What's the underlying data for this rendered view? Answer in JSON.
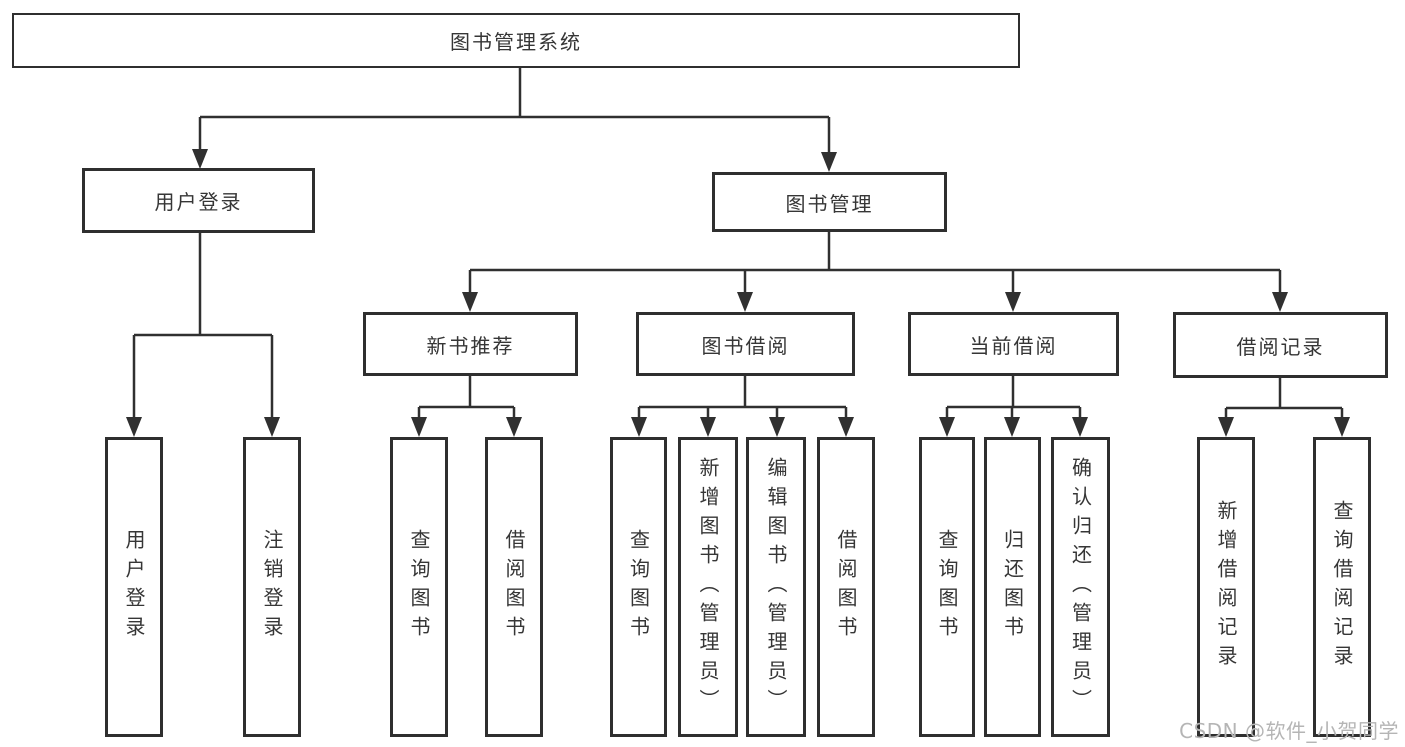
{
  "diagram": {
    "type": "tree",
    "title": "图书管理系统",
    "colors": {
      "line": "#303030",
      "box_border": "#2f2f2f",
      "text": "#363636",
      "background": "#ffffff",
      "watermark": "#b5b5b5"
    },
    "nodes": {
      "root": {
        "label": "图书管理系统"
      },
      "user_login": {
        "label": "用户登录"
      },
      "book_mgmt": {
        "label": "图书管理"
      },
      "new_book_rec": {
        "label": "新书推荐"
      },
      "book_borrow": {
        "label": "图书借阅"
      },
      "current_borrow": {
        "label": "当前借阅"
      },
      "borrow_record": {
        "label": "借阅记录"
      },
      "ul_user_login": {
        "label": "用户登录"
      },
      "ul_logout": {
        "label": "注销登录"
      },
      "nr_query_book": {
        "label": "查询图书"
      },
      "nr_borrow_book": {
        "label": "借阅图书"
      },
      "bb_query_book": {
        "label": "查询图书"
      },
      "bb_add_book": {
        "label": "新增图书（管理员）"
      },
      "bb_edit_book": {
        "label": "编辑图书（管理员）"
      },
      "bb_borrow_book": {
        "label": "借阅图书"
      },
      "cb_query_book": {
        "label": "查询图书"
      },
      "cb_return_book": {
        "label": "归还图书"
      },
      "cb_confirm_return": {
        "label": "确认归还（管理员）"
      },
      "br_add_record": {
        "label": "新增借阅记录"
      },
      "br_query_record": {
        "label": "查询借阅记录"
      }
    },
    "edges": [
      {
        "from": "root",
        "to": [
          "user_login",
          "book_mgmt"
        ]
      },
      {
        "from": "user_login",
        "to": [
          "ul_user_login",
          "ul_logout"
        ]
      },
      {
        "from": "book_mgmt",
        "to": [
          "new_book_rec",
          "book_borrow",
          "current_borrow",
          "borrow_record"
        ]
      },
      {
        "from": "new_book_rec",
        "to": [
          "nr_query_book",
          "nr_borrow_book"
        ]
      },
      {
        "from": "book_borrow",
        "to": [
          "bb_query_book",
          "bb_add_book",
          "bb_edit_book",
          "bb_borrow_book"
        ]
      },
      {
        "from": "current_borrow",
        "to": [
          "cb_query_book",
          "cb_return_book",
          "cb_confirm_return"
        ]
      },
      {
        "from": "borrow_record",
        "to": [
          "br_add_record",
          "br_query_record"
        ]
      }
    ],
    "watermark": "CSDN @软件_小贺同学"
  }
}
